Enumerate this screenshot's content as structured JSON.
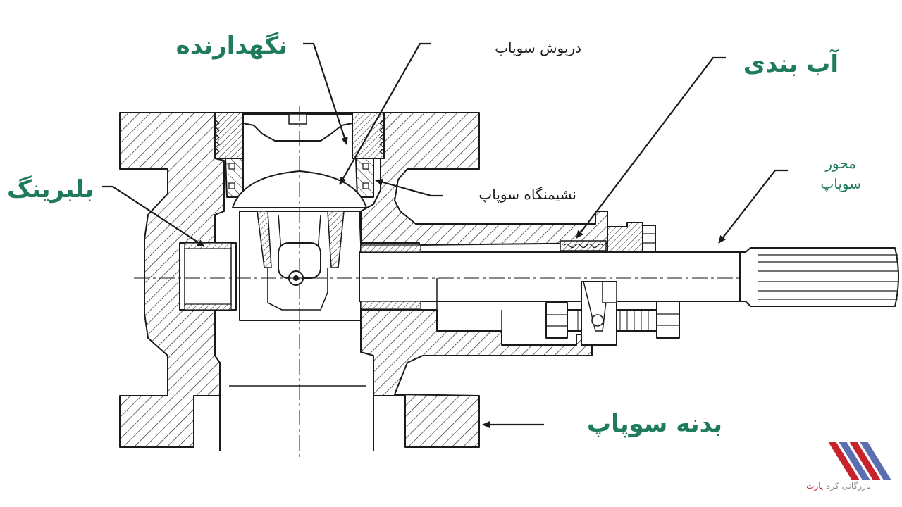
{
  "labels": {
    "retainer": "نگهدارنده",
    "valve_cap": "درپوش سوپاپ",
    "sealing": "آب بندی",
    "bearing": "بلبرینگ",
    "valve_seat": "نشیمنگاه سوپاپ",
    "valve_stem_line1": "محور",
    "valve_stem_line2": "سوپاپ",
    "valve_body": "بدنه سوپاپ"
  },
  "logo": {
    "text_main": "بازرگانی کره",
    "text_accent": "پارت",
    "stripe_colors": [
      "#c8232c",
      "#5b6fb0",
      "#c8232c",
      "#5b6fb0"
    ]
  },
  "colors": {
    "label_green": "#1f7a5e",
    "label_dark": "#1e1e1e",
    "line": "#1a1a1a"
  }
}
